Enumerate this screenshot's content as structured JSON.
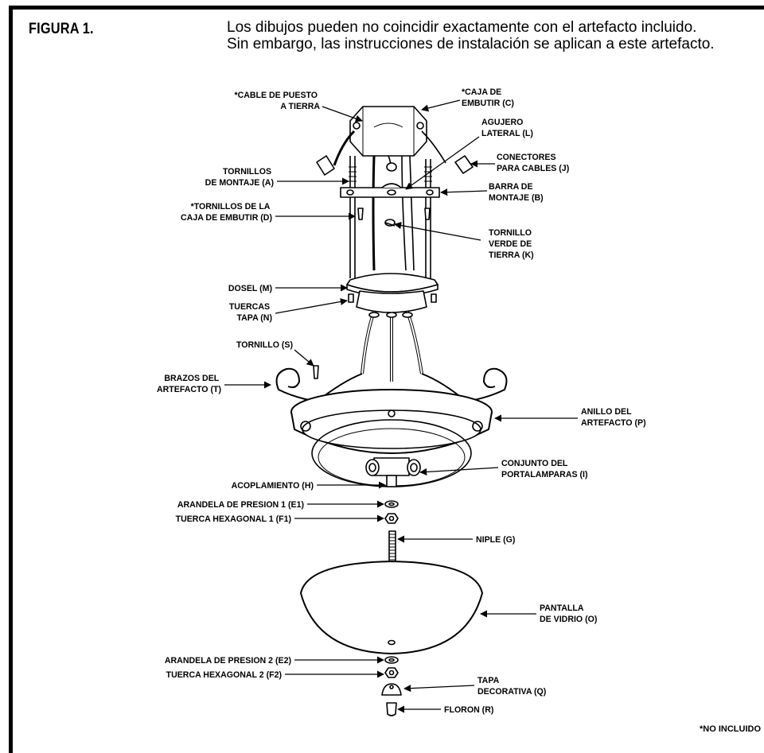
{
  "figure": {
    "title": "FIGURA 1.",
    "disclaimer_line1": "Los dibujos pueden no coincidir exactamente con el artefacto incluido.",
    "disclaimer_line2": "Sin embargo, las instrucciones de instalación se aplican a este artefacto.",
    "footnote": "*NO INCLUIDO"
  },
  "labels": {
    "ground_cable": [
      "*CABLE DE PUESTO",
      "A TIERRA"
    ],
    "junction_box": [
      "*CAJA DE",
      "EMBUTIR (C)"
    ],
    "side_hole": [
      "AGUJERO",
      "LATERAL (L)"
    ],
    "wire_connectors": [
      "CONECTORES",
      "PARA CABLES (J)"
    ],
    "mounting_screws": [
      "TORNILLOS",
      "DE MONTAJE (A)"
    ],
    "mounting_bar": [
      "BARRA DE",
      "MONTAJE (B)"
    ],
    "box_screws": [
      "*TORNILLOS DE LA",
      "CAJA DE EMBUTIR (D)"
    ],
    "green_ground_screw": [
      "TORNILLO",
      "VERDE DE",
      "TIERRA (K)"
    ],
    "canopy": [
      "DOSEL (M)"
    ],
    "cap_nuts": [
      "TUERCAS",
      "TAPA (N)"
    ],
    "screw": [
      "TORNILLO (S)"
    ],
    "fixture_arms": [
      "BRAZOS DEL",
      "ARTEFACTO (T)"
    ],
    "fixture_ring": [
      "ANILLO DEL",
      "ARTEFACTO (P)"
    ],
    "socket_assembly": [
      "CONJUNTO DEL",
      "PORTALAMPARAS (I)"
    ],
    "coupling": [
      "ACOPLAMIENTO (H)"
    ],
    "lock_washer_1": [
      "ARANDELA DE PRESION 1 (E1)"
    ],
    "hex_nut_1": [
      "TUERCA HEXAGONAL 1 (F1)"
    ],
    "nipple": [
      "NIPLE (G)"
    ],
    "glass_shade": [
      "PANTALLA",
      "DE VIDRIO (O)"
    ],
    "lock_washer_2": [
      "ARANDELA DE PRESION 2 (E2)"
    ],
    "hex_nut_2": [
      "TUERCA HEXAGONAL 2 (F2)"
    ],
    "decorative_cap": [
      "TAPA",
      "DECORATIVA (Q)"
    ],
    "finial": [
      "FLORON (R)"
    ]
  }
}
